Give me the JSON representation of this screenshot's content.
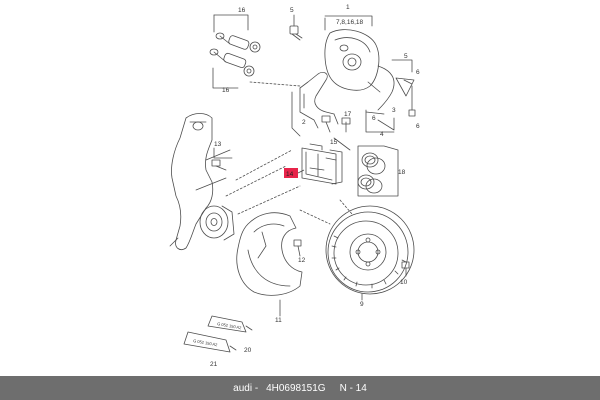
{
  "colors": {
    "background": "#ffffff",
    "line": "#4d4d4d",
    "highlight": "#e7244a",
    "footer_bg": "#6e6e6e",
    "footer_text": "#ffffff"
  },
  "callouts": {
    "c1": "1",
    "c7": "7,8,16,18",
    "c16a": "16",
    "c16b": "16",
    "c5": "5",
    "c6a": "6",
    "c6b": "6",
    "c2": "2",
    "c3": "3",
    "c4": "4",
    "c13": "13",
    "c14": "14",
    "c15": "15",
    "c17": "17",
    "c18": "18",
    "c12": "12",
    "c10": "10",
    "c11": "11",
    "c9": "9",
    "c20": "20",
    "c21": "21"
  },
  "tubes": {
    "tube1_label": "G 052 150 A2",
    "tube2_label": "G 052 150 A2"
  },
  "footer": {
    "brand": "audi",
    "part_number": "4H0698151G",
    "position": "N - 14"
  }
}
